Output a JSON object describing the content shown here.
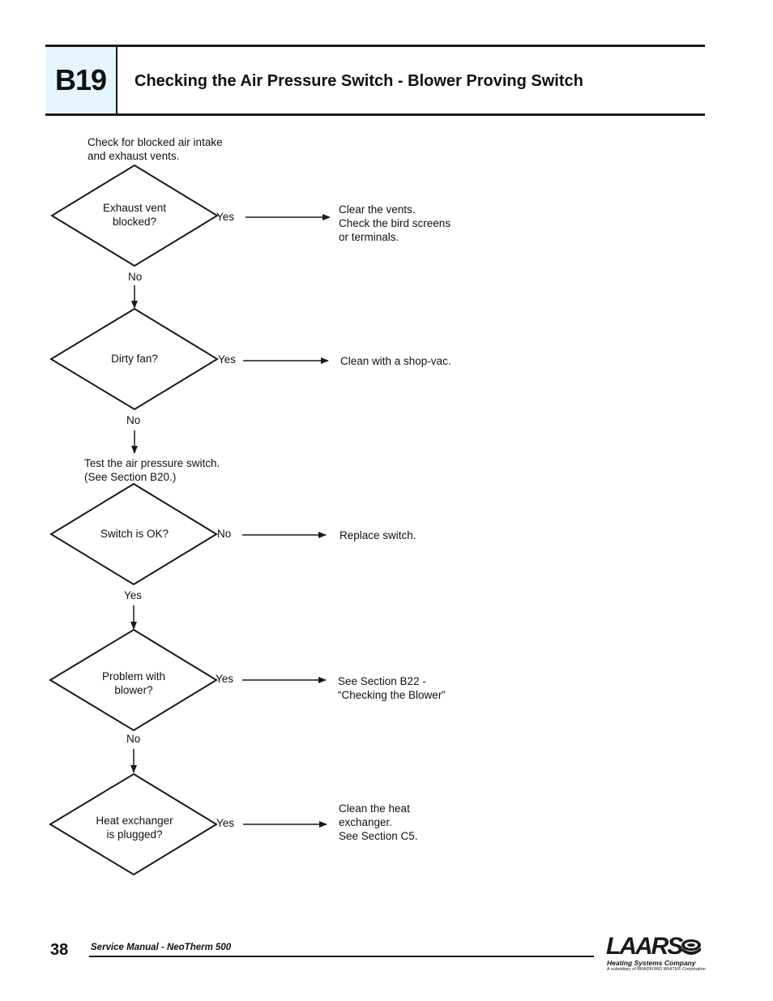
{
  "header": {
    "section_code": "B19",
    "title": "Checking the Air Pressure Switch - Blower Proving Switch"
  },
  "flowchart": {
    "intro_1": "Check for blocked air intake\nand exhaust vents.",
    "intro_2": "Test the air pressure switch.\n(See Section B20.)",
    "decisions": [
      {
        "question": "Exhaust vent\nblocked?",
        "branch_label": "Yes",
        "action": "Clear the vents.\nCheck the bird screens\nor terminals.",
        "continue_label": "No"
      },
      {
        "question": "Dirty fan?",
        "branch_label": "Yes",
        "action": "Clean with a shop-vac.",
        "continue_label": "No"
      },
      {
        "question": "Switch is OK?",
        "branch_label": "No",
        "action": "Replace switch.",
        "continue_label": "Yes"
      },
      {
        "question": "Problem with\nblower?",
        "branch_label": "Yes",
        "action": "See Section B22 -\n“Checking the Blower”",
        "continue_label": "No"
      },
      {
        "question": "Heat exchanger\nis plugged?",
        "branch_label": "Yes",
        "action": "Clean the heat\nexchanger.\nSee Section C5.",
        "continue_label": ""
      }
    ]
  },
  "footer": {
    "page_number": "38",
    "manual_title": "Service Manual - NeoTherm 500",
    "logo": {
      "wordmark": "LAARS",
      "tagline": "Heating Systems Company",
      "subsidiary": "A subsidiary of BRADFORD WHITE® Corporation",
      "icon": "laars-swirl-icon"
    }
  },
  "colors": {
    "section_box_bg": "#e6f5fd",
    "ink": "#1a1a1a"
  }
}
